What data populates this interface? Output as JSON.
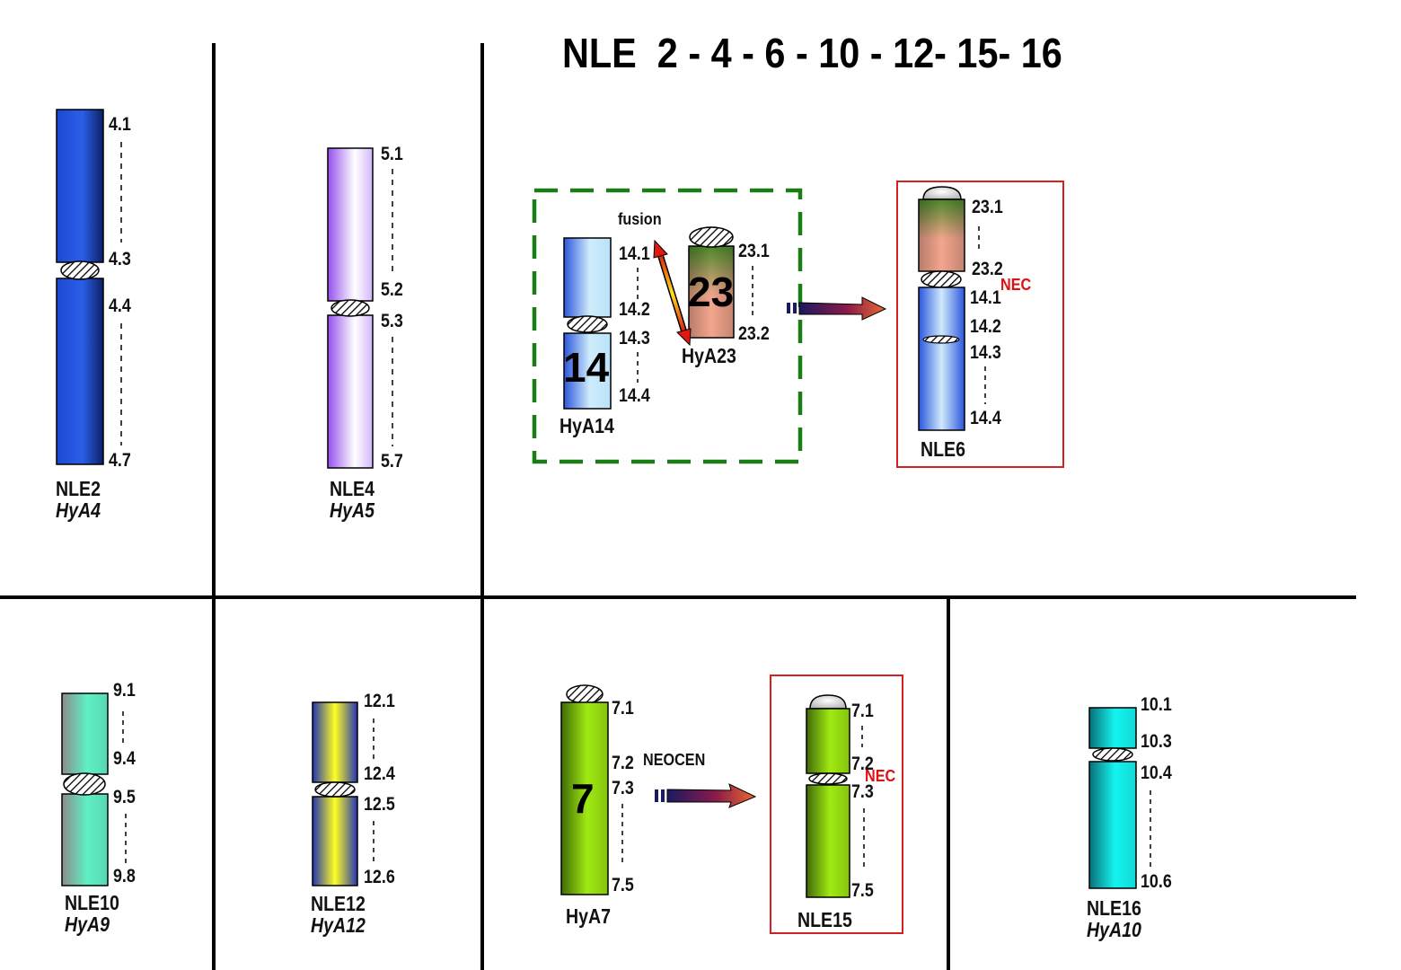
{
  "title": "NLE  2 - 4 - 6 - 10 - 12- 15- 16",
  "colors": {
    "nle2": "#2255dd",
    "nle4": "#a466f2",
    "hya14": "#3b6ae0",
    "hya23_top": "#4d8a2a",
    "hya23_bottom": "#f0a288",
    "nle10": "#5fe3b8",
    "nle12": "#ffff22",
    "hya7": "#96e010",
    "nle16": "#14f0ee",
    "nec": "#e01010",
    "green_box": "#1a7d16",
    "red_box": "#d42020"
  },
  "chromosomes": {
    "nle2": {
      "name": "NLE2",
      "source": "HyA4",
      "bands": [
        "4.1",
        "4.3",
        "4.4",
        "4.7"
      ]
    },
    "nle4": {
      "name": "NLE4",
      "source": "HyA5",
      "bands": [
        "5.1",
        "5.2",
        "5.3",
        "5.7"
      ]
    },
    "hya14": {
      "name": "HyA14",
      "number": "14",
      "bands": [
        "14.1",
        "14.2",
        "14.3",
        "14.4"
      ]
    },
    "hya23": {
      "name": "HyA23",
      "number": "23",
      "bands": [
        "23.1",
        "23.2"
      ]
    },
    "nle6": {
      "name": "NLE6",
      "bands": [
        "23.1",
        "23.2",
        "14.1",
        "14.2",
        "14.3",
        "14.4"
      ]
    },
    "nle10": {
      "name": "NLE10",
      "source": "HyA9",
      "bands": [
        "9.1",
        "9.4",
        "9.5",
        "9.8"
      ]
    },
    "nle12": {
      "name": "NLE12",
      "source": "HyA12",
      "bands": [
        "12.1",
        "12.4",
        "12.5",
        "12.6"
      ]
    },
    "hya7": {
      "name": "HyA7",
      "number": "7",
      "bands": [
        "7.1",
        "7.2",
        "7.3",
        "7.5"
      ]
    },
    "nle15": {
      "name": "NLE15",
      "bands": [
        "7.1",
        "7.2",
        "7.3",
        "7.5"
      ]
    },
    "nle16": {
      "name": "NLE16",
      "source": "HyA10",
      "bands": [
        "10.1",
        "10.3",
        "10.4",
        "10.6"
      ]
    }
  },
  "annotations": {
    "fusion": "fusion",
    "neocen": "NEOCEN",
    "nec": "NEC"
  }
}
